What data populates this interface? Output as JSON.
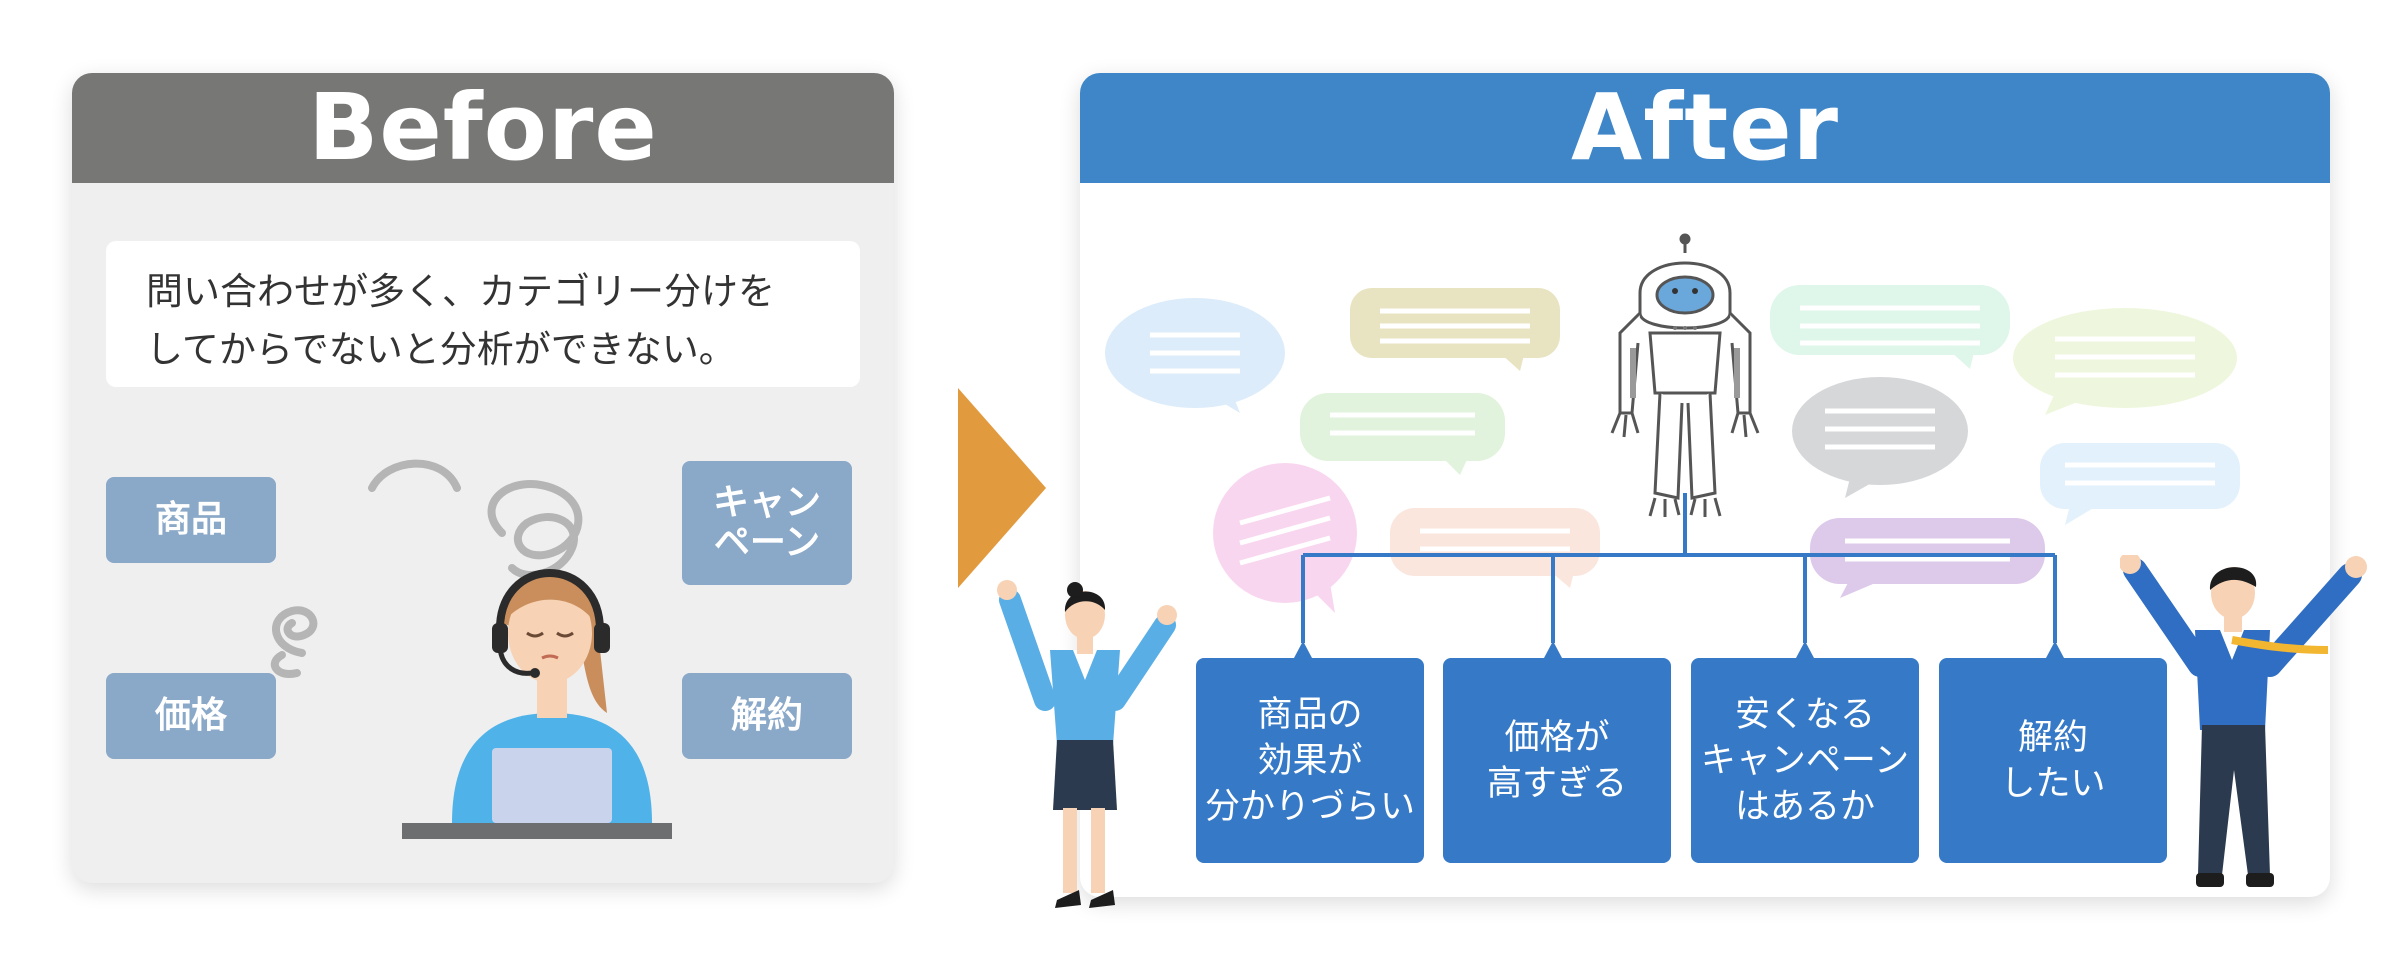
{
  "before": {
    "title": "Before",
    "problem_text": "問い合わせが多く、カテゴリー分けを\nしてからでないと分析ができない。",
    "categories": [
      "商品",
      "キャン\nペーン",
      "価格",
      "解約"
    ]
  },
  "after": {
    "title": "After",
    "results": [
      "商品の\n効果が\n分かりづらい",
      "価格が\n高すぎる",
      "安くなる\nキャンペーン\nはあるか",
      "解約\nしたい"
    ]
  },
  "colors": {
    "before_header": "#777876",
    "after_header": "#3f86c8",
    "tag": "#8aa8c8",
    "result_box": "#3679c7",
    "arrow": "#e29a3e"
  }
}
